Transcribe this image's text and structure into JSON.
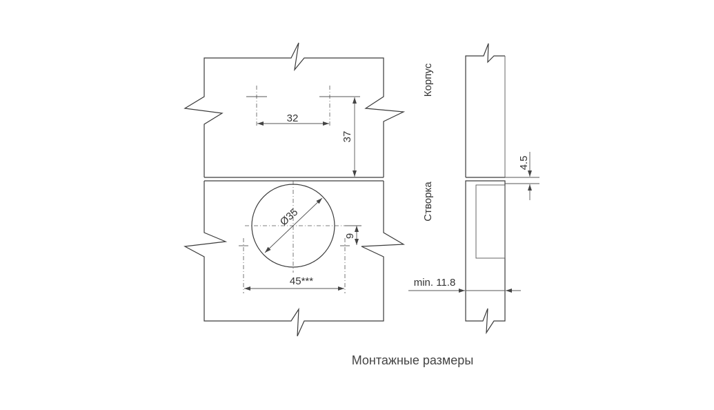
{
  "diagram": {
    "dimensions": {
      "hole_spacing": "32",
      "hole_depth": "37",
      "cup_diameter": "Ø35",
      "cup_offset": "9",
      "cup_spacing": "45***",
      "overlay_gap": "4.5",
      "min_thickness": "min. 11.8"
    },
    "labels": {
      "cabinet": "Корпус",
      "door": "Створка"
    },
    "caption": "Монтажные размеры"
  }
}
